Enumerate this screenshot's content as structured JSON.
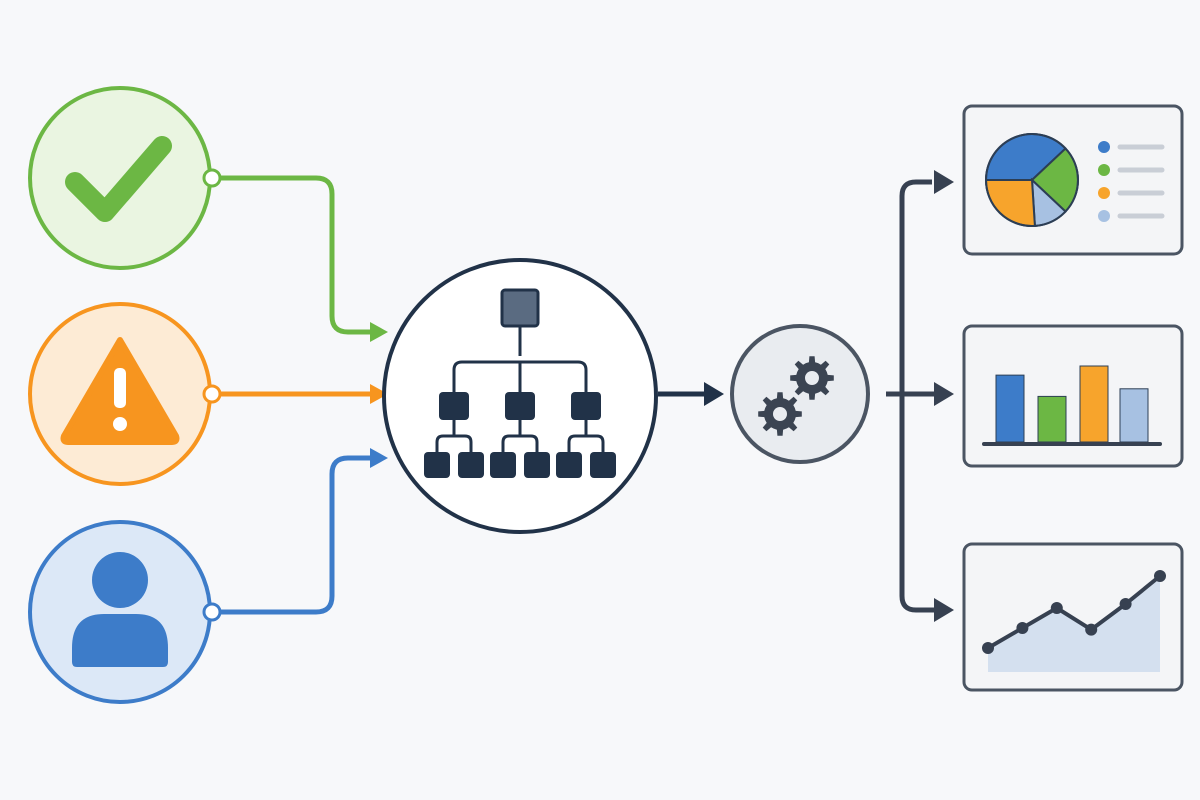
{
  "colors": {
    "background": "#f7f8fa",
    "success": "#6cb744",
    "success_fill": "#eaf5e1",
    "warning": "#f7951f",
    "warning_fill": "#fdebd5",
    "user": "#3d7cc9",
    "user_fill": "#dce8f7",
    "navy": "#213248",
    "gear_fill": "#e9ecf0",
    "panel_border": "#4b5563",
    "chart_blue": "#3d7cc9",
    "chart_green": "#6cb744",
    "chart_orange": "#f7a42c",
    "chart_lightblue": "#a7c1e2",
    "line_area": "#d4e0ef",
    "legend_line": "#c9ced6"
  },
  "inputs": [
    {
      "name": "success",
      "icon": "checkmark-icon"
    },
    {
      "name": "warning",
      "icon": "warning-triangle-icon"
    },
    {
      "name": "user",
      "icon": "user-icon"
    }
  ],
  "hub": {
    "icon": "hierarchy-icon"
  },
  "processor": {
    "icon": "gears-icon"
  },
  "outputs": [
    {
      "name": "pie-report",
      "icon": "pie-chart-icon"
    },
    {
      "name": "bar-report",
      "icon": "bar-chart-icon"
    },
    {
      "name": "line-report",
      "icon": "line-chart-icon"
    }
  ],
  "pie_values": [
    0.38,
    0.24,
    0.26,
    0.12
  ],
  "bar_values": [
    0.88,
    0.6,
    1.0,
    0.7
  ],
  "line_values": [
    0.05,
    0.3,
    0.55,
    0.28,
    0.6,
    0.95
  ]
}
